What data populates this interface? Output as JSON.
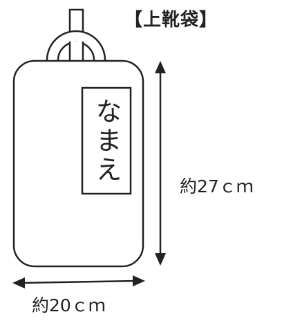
{
  "title": "【上靴袋】",
  "name_tag": {
    "text": "なまえ"
  },
  "dimensions": {
    "height_label": "約27ｃｍ",
    "width_label": "約20ｃｍ"
  },
  "colors": {
    "line": "#222222",
    "background": "#ffffff"
  }
}
